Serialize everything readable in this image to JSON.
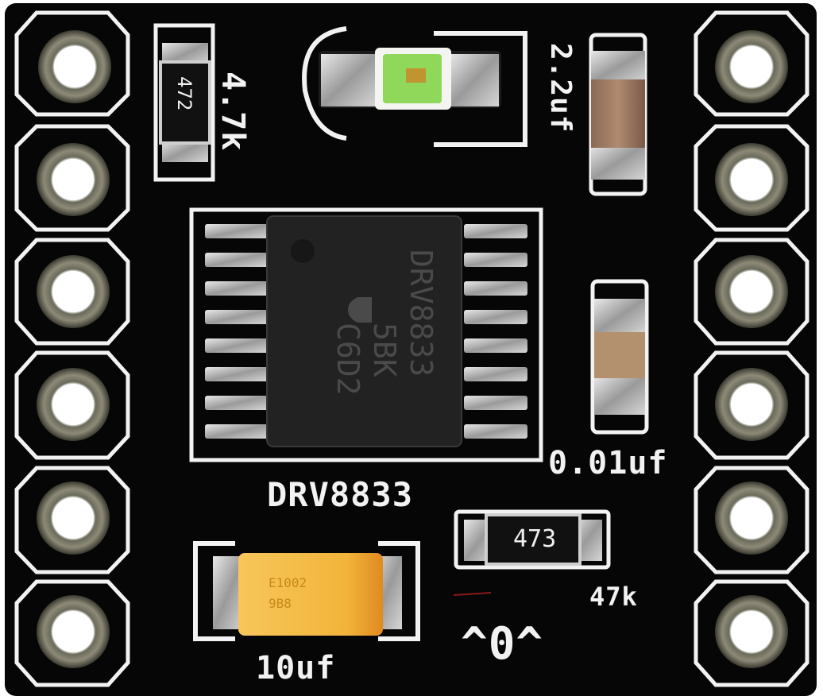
{
  "chip": {
    "lines": [
      "DRV8833",
      "5BK",
      "C6D2"
    ]
  },
  "silkscreen": {
    "board_label": "DRV8833",
    "r1_value": "4.7k",
    "c1_value": "2.2uf",
    "c2_value": "0.01uf",
    "r2_value": "47k",
    "c3_value": "10uf",
    "symbol": "^0^"
  },
  "resistors": {
    "r1_code": "472",
    "r2_code": "473"
  },
  "tantalum_marking": [
    "E1002",
    "9B8"
  ],
  "colors": {
    "board": "#060606",
    "silk": "#f2f2f2",
    "pad": "#c9c9c9",
    "gold_ring": "#8a7a4a",
    "led_green": "#7fd44f",
    "tantalum": "#f2b43a"
  },
  "pins": {
    "left_count": 6,
    "right_count": 6
  }
}
